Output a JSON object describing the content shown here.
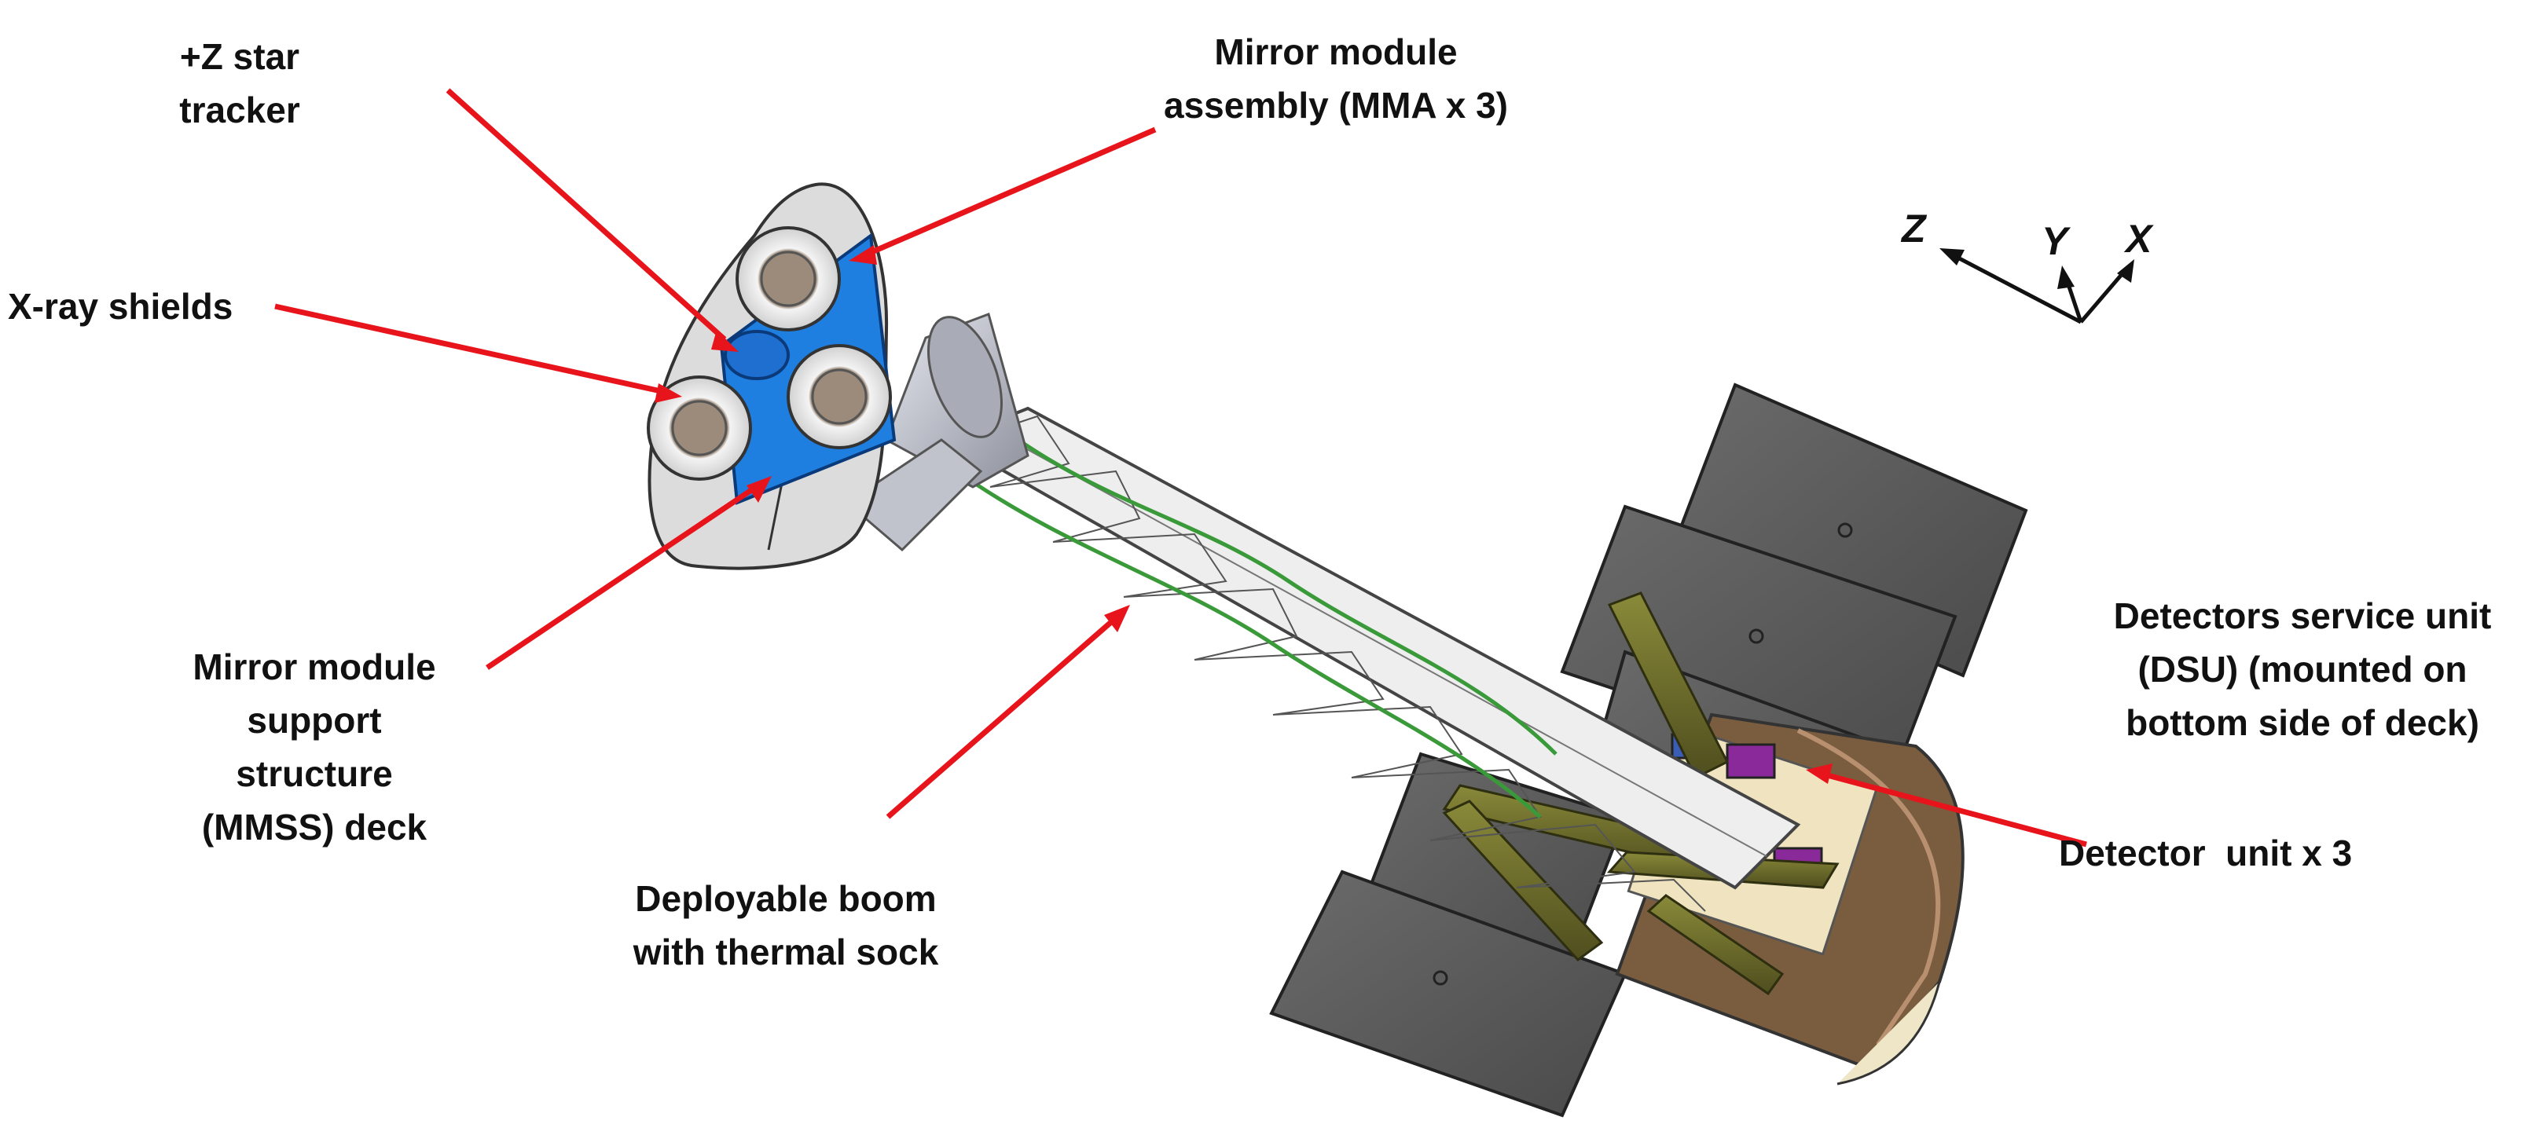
{
  "labels": {
    "star_tracker": [
      "+Z star",
      "tracker"
    ],
    "mma": [
      "Mirror module",
      "assembly (MMA x 3)"
    ],
    "xray_shields": [
      "X-ray shields"
    ],
    "mmss": [
      "Mirror module",
      "support",
      "structure",
      "(MMSS) deck"
    ],
    "boom": [
      "Deployable boom",
      "with thermal sock"
    ],
    "dsu": [
      "Detectors service unit",
      "(DSU) (mounted on",
      "bottom side of deck)"
    ],
    "detector_unit": [
      "Detector  unit x 3"
    ]
  },
  "axes": {
    "z": "Z",
    "y": "Y",
    "x": "X"
  },
  "colors": {
    "callout": "#e8141b",
    "mirror_blue": "#1f7fe0",
    "panel_gray": "#5a5a5a",
    "deck_gray": "#dcdcdc",
    "strut_olive": "#6b6a2a",
    "detector_purple": "#8a2a9a"
  }
}
